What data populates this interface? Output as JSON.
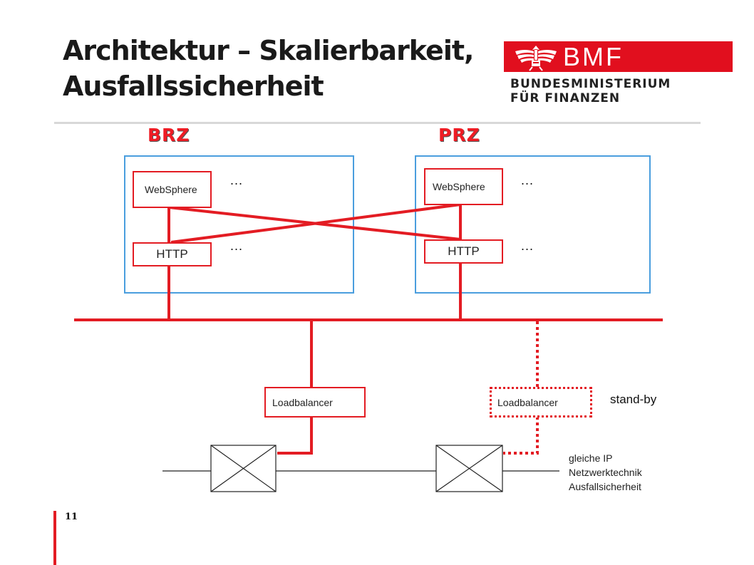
{
  "title": [
    "Architektur – Skalierbarkeit,",
    "Ausfallssicherheit"
  ],
  "logo": {
    "abbreviation": "BMF",
    "name_line1": "BUNDESMINISTERIUM",
    "name_line2": "FÜR FINANZEN",
    "emblem_icon": "federal-eagle-icon",
    "brand_color": "#e10f1e"
  },
  "sites": [
    {
      "label": "BRZ",
      "webserver": "WebSphere",
      "http": "HTTP",
      "more_webserver": "...",
      "more_http": "..."
    },
    {
      "label": "PRZ",
      "webserver": "WebSphere",
      "http": "HTTP",
      "more_webserver": "...",
      "more_http": "..."
    }
  ],
  "loadbalancers": [
    {
      "label": "Loadbalancer",
      "state": "active"
    },
    {
      "label": "Loadbalancer",
      "state": "stand-by"
    }
  ],
  "standby_label": "stand-by",
  "notes": [
    "gleiche IP",
    "Netzwerktechnik",
    "Ausfallsicherheit"
  ],
  "switch_icon": "network-switch-icon",
  "page_number": "11",
  "colors": {
    "accent": "#e31c23",
    "box_border": "#4a9ede"
  }
}
